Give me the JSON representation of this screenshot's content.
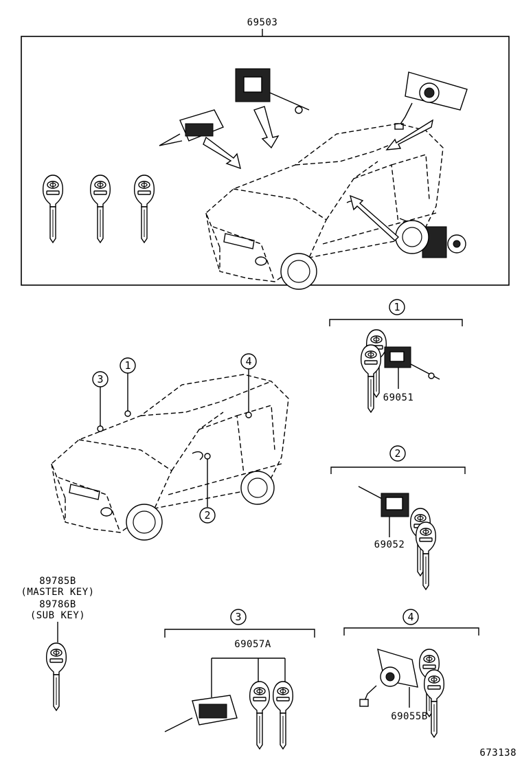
{
  "labels": {
    "set_top": "69503",
    "lock_front_door": "69051",
    "lock_rear_door": "69052",
    "ignition_set": "69057A",
    "lock_back_door": "69055B",
    "master_key_part": "89785B",
    "master_key_name": "(MASTER KEY)",
    "sub_key_part": "89786B",
    "sub_key_name": "(SUB KEY)",
    "figure_code": "673138"
  },
  "callouts": [
    "1",
    "2",
    "3",
    "4"
  ]
}
